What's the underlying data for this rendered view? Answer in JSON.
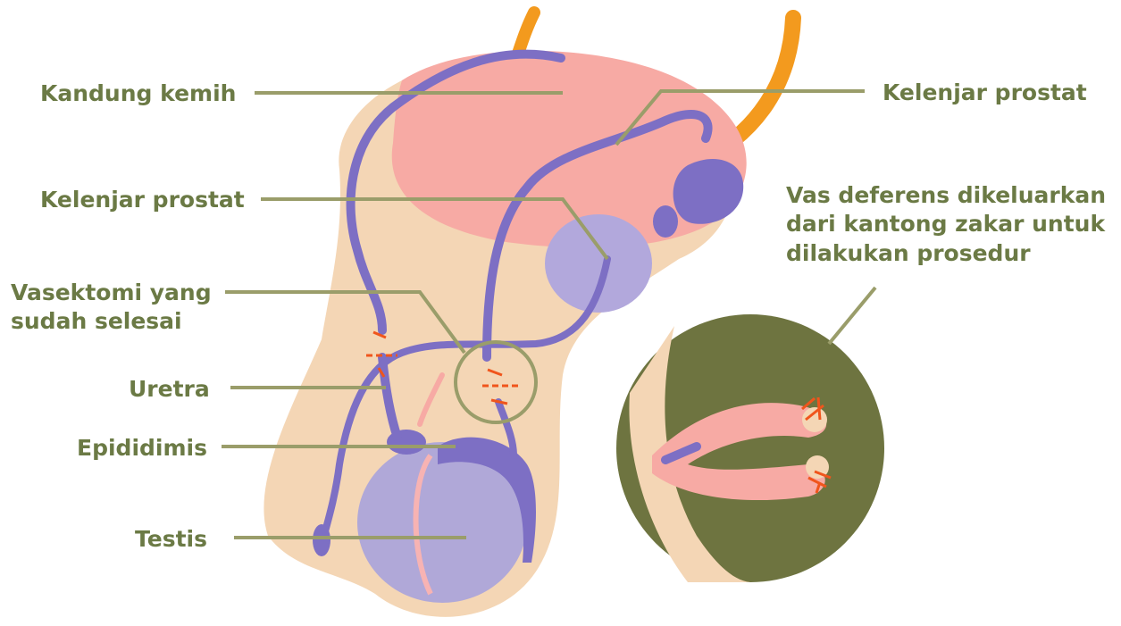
{
  "labels": {
    "bladder": "Kandung kemih",
    "prostate_right": "Kelenjar prostat",
    "prostate_left": "Kelenjar prostat",
    "vasectomy_line1": "Vasektomi yang",
    "vasectomy_line2": "sudah selesai",
    "urethra": "Uretra",
    "epididymis": "Epididimis",
    "testis": "Testis",
    "inset_line1": "Vas deferens dikeluarkan",
    "inset_line2": "dari kantong zakar untuk",
    "inset_line3": "dilakukan prosedur"
  },
  "colors": {
    "label_text": "#6b7a45",
    "leader_line": "#9a9d6a",
    "skin": "#f4d6b5",
    "bladder": "#f7aaa4",
    "vas_deferens": "#7d6fc4",
    "testis": "#b0a8d8",
    "ureter": "#f39a1e",
    "cut_marks": "#f0551c",
    "inset_background": "#6e7440"
  }
}
